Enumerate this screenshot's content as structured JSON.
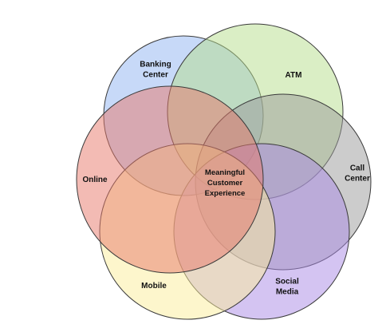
{
  "diagram": {
    "center_label": [
      "Meaningful",
      "Customer",
      "Experience"
    ],
    "circles": [
      {
        "id": "banking-center",
        "label": [
          "Banking",
          "Center"
        ],
        "color": "#8fb4f2"
      },
      {
        "id": "atm",
        "label": [
          "ATM"
        ],
        "color": "#b5dd8c"
      },
      {
        "id": "call-center",
        "label": [
          "Call",
          "Center"
        ],
        "color": "#9a9a9a"
      },
      {
        "id": "social-media",
        "label": [
          "Social",
          "Media"
        ],
        "color": "#a98ae6"
      },
      {
        "id": "mobile",
        "label": [
          "Mobile"
        ],
        "color": "#fbee9a"
      },
      {
        "id": "online",
        "label": [
          "Online"
        ],
        "color": "#e8776a"
      }
    ]
  }
}
